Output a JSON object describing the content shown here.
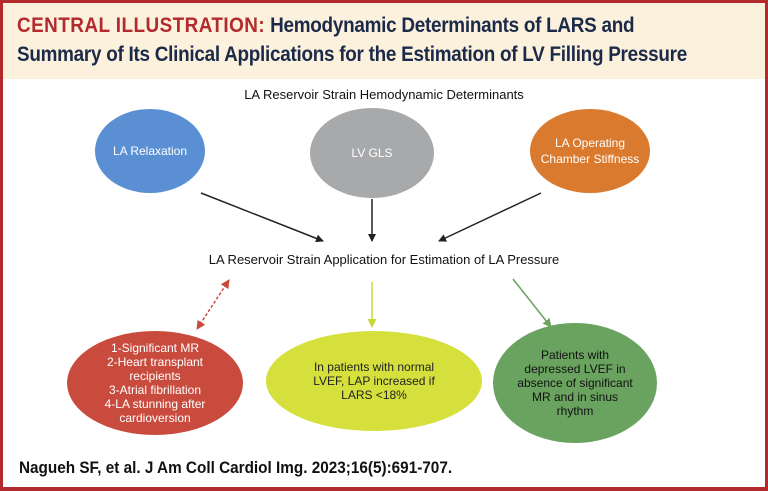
{
  "header": {
    "lead": "CENTRAL ILLUSTRATION:",
    "title_line1": "Hemodynamic Determinants of LARS and",
    "title_line2": "Summary of Its Clinical Applications for the Estimation of LV Filling Pressure"
  },
  "determinants": {
    "heading": "LA Reservoir Strain Hemodynamic Determinants",
    "items": [
      {
        "lines": [
          "LA Relaxation"
        ],
        "color": "#5b8fd4"
      },
      {
        "lines": [
          "LV GLS"
        ],
        "color": "#a8a9ab"
      },
      {
        "lines": [
          "LA Operating",
          "Chamber Stiffness"
        ],
        "color": "#d97a2e"
      }
    ]
  },
  "application": {
    "heading": "LA Reservoir Strain Application for Estimation of LA Pressure",
    "items": [
      {
        "lines": [
          "1-Significant MR",
          "2-Heart transplant",
          "recipients",
          "3-Atrial fibrillation",
          "4-LA stunning after",
          "cardioversion"
        ],
        "color": "#c94b3d",
        "text_color": "#ffffff"
      },
      {
        "lines": [
          "In patients with normal",
          "LVEF, LAP increased if",
          "LARS <18%"
        ],
        "color": "#d5e03c",
        "text_color": "#222222"
      },
      {
        "lines": [
          "Patients with",
          "depressed LVEF in",
          "absence of significant",
          "MR and in sinus",
          "rhythm"
        ],
        "color": "#6aa35f",
        "text_color": "#111111"
      }
    ]
  },
  "citation": "Nagueh SF, et al. J Am Coll Cardiol Img. 2023;16(5):691-707."
}
